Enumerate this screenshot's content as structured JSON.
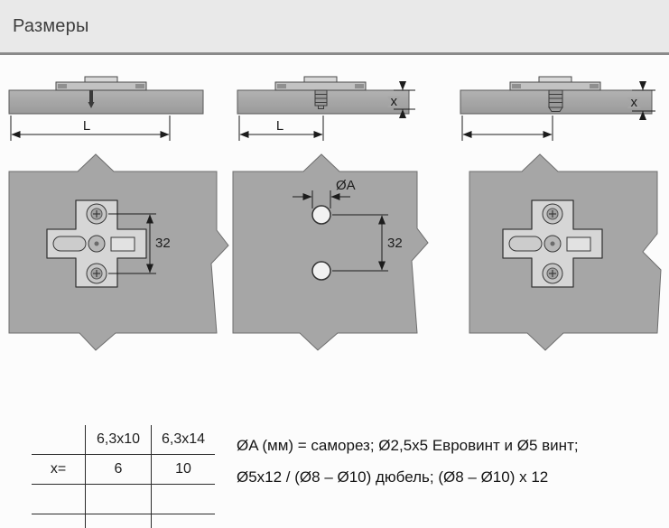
{
  "header": {
    "title": "Размеры"
  },
  "diagrams": {
    "labels": {
      "length": "L",
      "depth": "x",
      "hole_diameter": "ØA",
      "hole_spacing": "32"
    }
  },
  "table": {
    "columns": [
      "6,3x10",
      "6,3x14"
    ],
    "row_label": "x=",
    "values": [
      "6",
      "10"
    ]
  },
  "notes": {
    "line1": "ØA (мм) = саморез; Ø2,5x5 Евровинт и Ø5 винт;",
    "line2": "Ø5x12 / (Ø8 – Ø10) дюбель; (Ø8 – Ø10) x 12"
  },
  "colors": {
    "header_bg": "#e9e9e9",
    "divider": "#8a8a8a",
    "panel_gray": "#a6a6a6",
    "line_dark": "#1c1c1c"
  }
}
